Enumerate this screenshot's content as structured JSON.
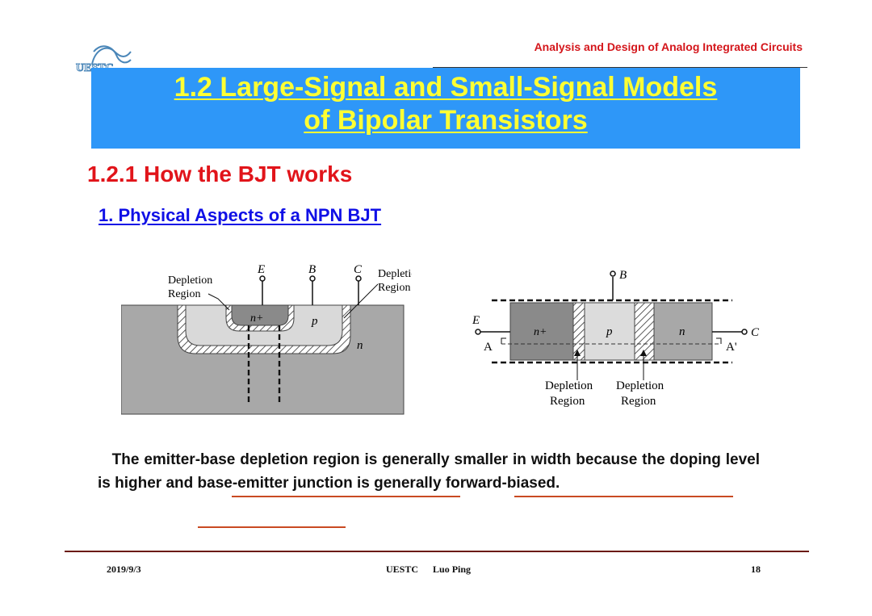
{
  "header": {
    "logo_text": "UESTC",
    "course": "Analysis and Design of Analog Integrated Circuits"
  },
  "title": {
    "line1": "1.2 Large-Signal and Small-Signal Models",
    "line2": "of Bipolar Transistors"
  },
  "section": "1.2.1  How the BJT works",
  "subsection": "1. Physical Aspects of a NPN BJT",
  "left_diagram": {
    "depletion_left": [
      "Depletion",
      "Region"
    ],
    "depletion_right": [
      "Depletion",
      "Region"
    ],
    "terminal_e": "E",
    "terminal_b": "B",
    "terminal_c": "C",
    "region_nplus": "n+",
    "region_p": "p",
    "region_n": "n"
  },
  "right_diagram": {
    "terminal_b": "B",
    "terminal_e": "E",
    "terminal_c": "C",
    "region_nplus": "n+",
    "region_p": "p",
    "region_n": "n",
    "marker_a": "A",
    "marker_a_prime": "A'",
    "depletion_1": [
      "Depletion",
      "Region"
    ],
    "depletion_2": [
      "Depletion",
      "Region"
    ]
  },
  "paragraph": {
    "t1": "The emitter-base depletion region is generally smaller in width because the ",
    "u1": "doping level is higher",
    "t2": " and ",
    "u2": "base-emitter junction",
    "t3": " is generally ",
    "u3": "forward-biased",
    "t4": "."
  },
  "footer": {
    "date": "2019/9/3",
    "center": "UESTC      Luo Ping",
    "page": "18"
  },
  "colors": {
    "title_bar": "#2e97f8",
    "title_text": "#ffff33",
    "section": "#e1141a",
    "subsection": "#1010e6",
    "underline_marks": "#c94a22"
  }
}
